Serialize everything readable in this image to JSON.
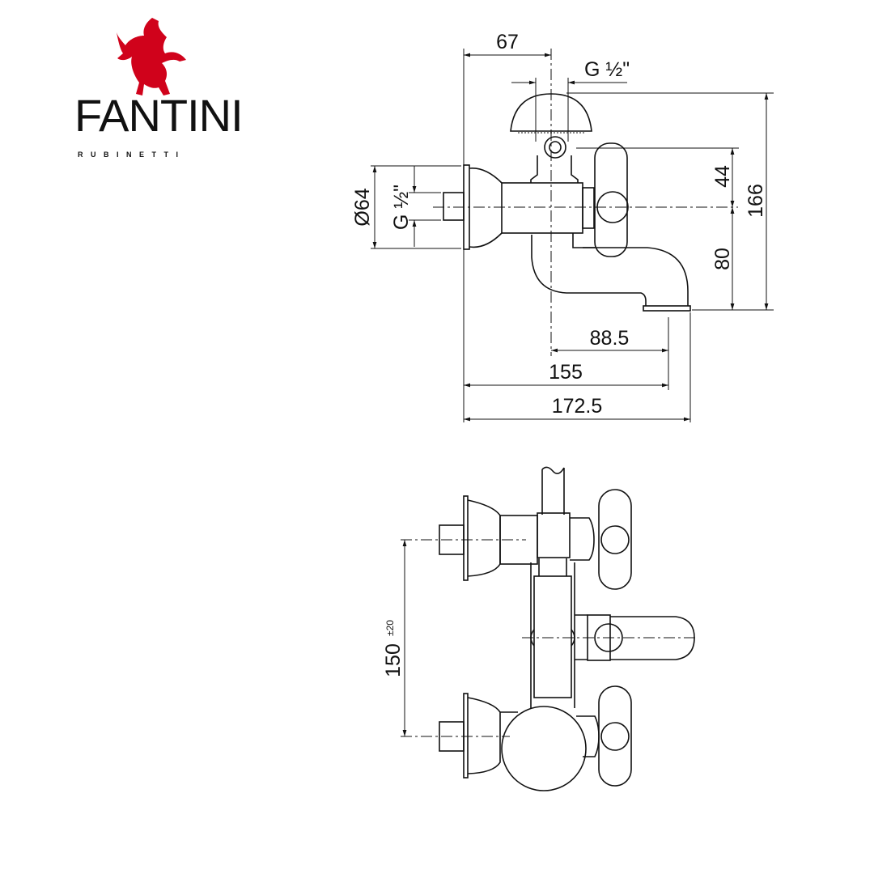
{
  "brand": {
    "name": "FANTINI",
    "subtitle": "RUBINETTI",
    "logo_color": "#d0021b"
  },
  "side_view": {
    "dim_top_offset": "67",
    "dim_top_thread": "G ½\"",
    "dim_handle_height": "44",
    "dim_spout_height": "80",
    "dim_total_height": "166",
    "dim_flange_diameter": "Ø64",
    "dim_inlet_thread": "G ½\"",
    "dim_spout_reach": "88.5",
    "dim_spout_from_wall": "155",
    "dim_total_depth": "172.5"
  },
  "front_view": {
    "dim_inlet_spacing": "150",
    "dim_inlet_tolerance": "±20"
  }
}
